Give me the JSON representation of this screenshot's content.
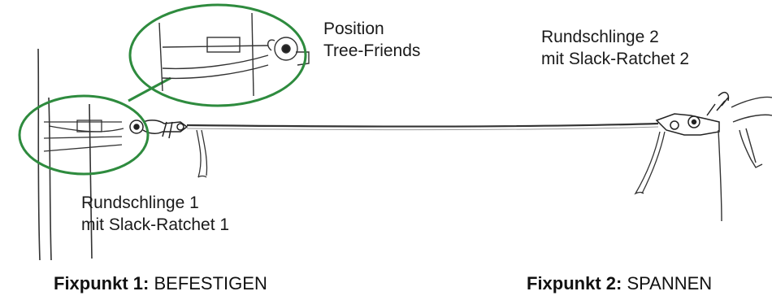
{
  "colors": {
    "highlight": "#2e8b3e",
    "ink": "#333333"
  },
  "labels": {
    "position_line1": "Position",
    "position_line2": "Tree-Friends",
    "sling2_line1": "Rundschlinge 2",
    "sling2_line2": "mit Slack-Ratchet 2",
    "sling1_line1": "Rundschlinge 1",
    "sling1_line2": "mit Slack-Ratchet 1"
  },
  "footer": {
    "fix1_bold": "Fixpunkt 1:",
    "fix1_text": "BEFESTIGEN",
    "fix2_bold": "Fixpunkt 2:",
    "fix2_text": "SPANNEN"
  }
}
